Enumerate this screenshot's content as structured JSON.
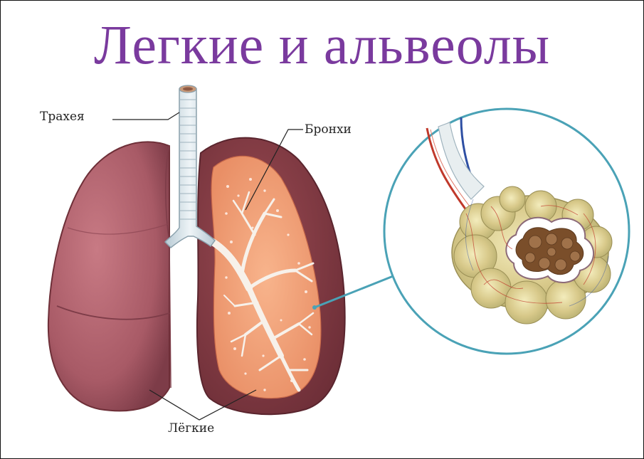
{
  "title": "Легкие и альвеолы",
  "labels": {
    "trachea": "Трахея",
    "bronchi": "Бронхи",
    "lungs": "Лёгкие"
  },
  "colors": {
    "title": "#7a3a9e",
    "lung": "#a85a66",
    "lung_cut": "#f2a77e",
    "bronchi_tree": "#f5f0ea",
    "trachea": "#dfe8ee",
    "magnifier_circle": "#4aa2b6",
    "artery": "#c0392b",
    "vein": "#2e4fa3"
  }
}
